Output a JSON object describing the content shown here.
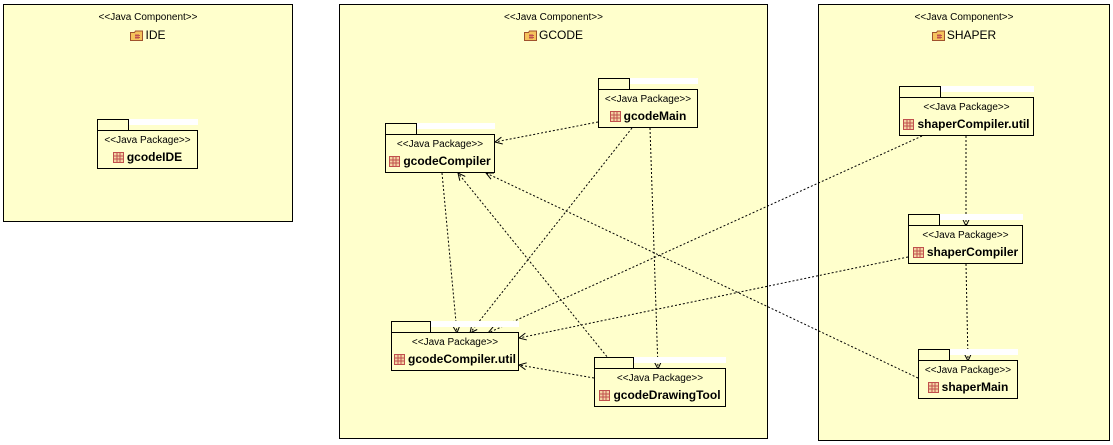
{
  "components": [
    {
      "id": "ide",
      "stereotype": "<<Java Component>>",
      "name": "IDE"
    },
    {
      "id": "gcode",
      "stereotype": "<<Java Component>>",
      "name": "GCODE"
    },
    {
      "id": "shaper",
      "stereotype": "<<Java Component>>",
      "name": "SHAPER"
    }
  ],
  "packages": [
    {
      "id": "gcodeIDE",
      "stereotype": "<<Java Package>>",
      "name": "gcodeIDE"
    },
    {
      "id": "gcodeMain",
      "stereotype": "<<Java Package>>",
      "name": "gcodeMain"
    },
    {
      "id": "gcodeCompiler",
      "stereotype": "<<Java Package>>",
      "name": "gcodeCompiler"
    },
    {
      "id": "gcodeCompilerUtil",
      "stereotype": "<<Java Package>>",
      "name": "gcodeCompiler.util"
    },
    {
      "id": "gcodeDrawingTool",
      "stereotype": "<<Java Package>>",
      "name": "gcodeDrawingTool"
    },
    {
      "id": "shaperCompilerUtil",
      "stereotype": "<<Java Package>>",
      "name": "shaperCompiler.util"
    },
    {
      "id": "shaperCompiler",
      "stereotype": "<<Java Package>>",
      "name": "shaperCompiler"
    },
    {
      "id": "shaperMain",
      "stereotype": "<<Java Package>>",
      "name": "shaperMain"
    }
  ],
  "dependencies": [
    {
      "from": "gcodeMain",
      "to": "gcodeCompiler"
    },
    {
      "from": "gcodeMain",
      "to": "gcodeCompilerUtil"
    },
    {
      "from": "gcodeMain",
      "to": "gcodeDrawingTool"
    },
    {
      "from": "gcodeCompiler",
      "to": "gcodeCompilerUtil"
    },
    {
      "from": "gcodeDrawingTool",
      "to": "gcodeCompiler"
    },
    {
      "from": "gcodeDrawingTool",
      "to": "gcodeCompilerUtil"
    },
    {
      "from": "shaperCompilerUtil",
      "to": "gcodeCompilerUtil"
    },
    {
      "from": "shaperCompilerUtil",
      "to": "shaperCompiler"
    },
    {
      "from": "shaperCompiler",
      "to": "gcodeCompilerUtil"
    },
    {
      "from": "shaperCompiler",
      "to": "shaperMain"
    },
    {
      "from": "shaperMain",
      "to": "gcodeCompiler"
    }
  ],
  "colors": {
    "fill": "#ffffcc",
    "line": "#000000",
    "icon": "#c0504d"
  }
}
